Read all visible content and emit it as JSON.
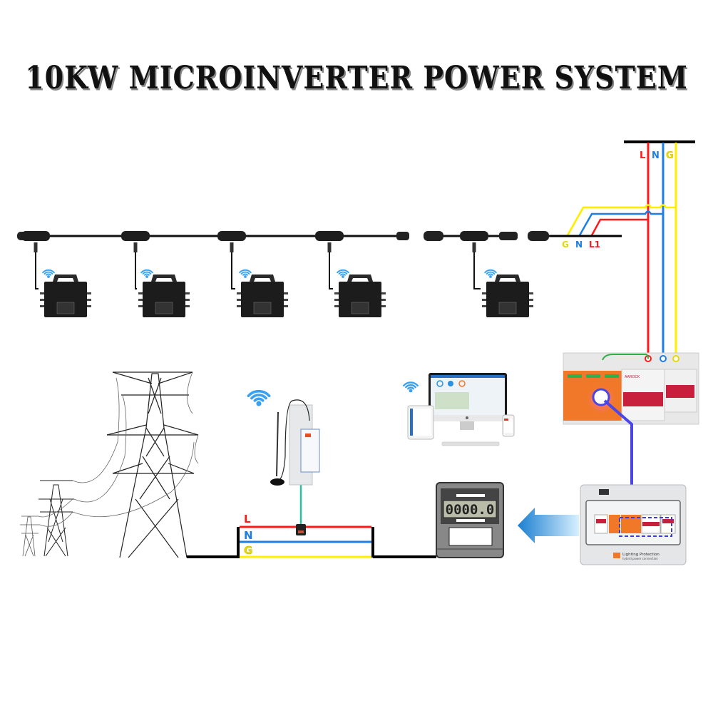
{
  "title": "10KW MICROINVERTER POWER SYSTEM",
  "colors": {
    "line_L": "#ff1a1a",
    "line_N": "#1e7ee6",
    "line_G": "#ffee00",
    "wifi": "#3aa0f0",
    "comm_wire": "#2bbf9e",
    "rs485_wire": "#4a46e8",
    "spd_orange": "#f07828",
    "breaker_red": "#c8203c",
    "arrow_blue": "#1a8ad8"
  },
  "grid_bus": {
    "labels": {
      "L": "L",
      "N": "N",
      "G": "G"
    }
  },
  "ac_trunk": {
    "labels": {
      "G": "G",
      "N": "N",
      "L1": "L1"
    }
  },
  "site_bus": {
    "labels": {
      "L": "L",
      "N": "N",
      "G": "G"
    }
  },
  "microinverters": [
    {
      "name": "microinverter-1",
      "wifi": true
    },
    {
      "name": "microinverter-2",
      "wifi": true
    },
    {
      "name": "microinverter-3",
      "wifi": true
    },
    {
      "name": "microinverter-4",
      "wifi": true
    },
    {
      "name": "microinverter-5",
      "wifi": true
    }
  ],
  "energy_meter": {
    "reading": "0000.0"
  },
  "distribution_box": {
    "label_line1": "Lighting Protection",
    "label_line2": "hybrid power connection"
  },
  "monitoring": {
    "devices": [
      "desktop",
      "tablet",
      "phone"
    ]
  },
  "breaker_panel": {
    "brand": "AAROCK"
  }
}
